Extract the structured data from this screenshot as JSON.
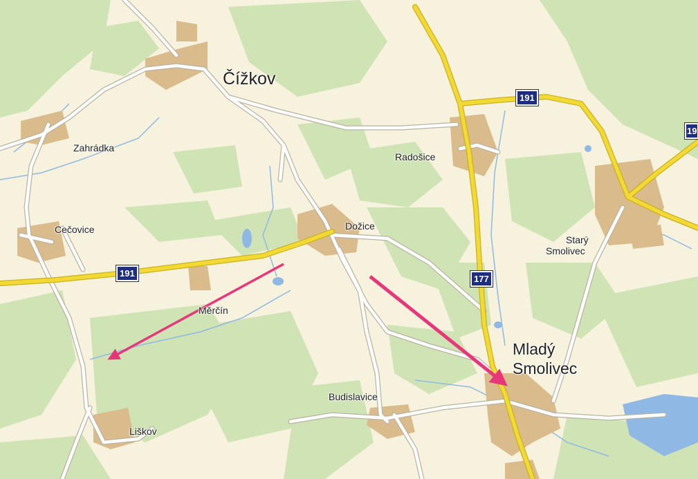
{
  "colors": {
    "land": "#f7f2dd",
    "forest": "#cfe3b4",
    "water": "#8fb9e4",
    "settlement": "#d9bb8c",
    "main_road": "#f2d936",
    "minor_road": "#ffffff",
    "shield": "#1e2d7d",
    "arrow": "#e8367a"
  },
  "places": {
    "cizkov": "Čížkov",
    "zahradka": "Zahrádka",
    "radosice": "Radošice",
    "dozice": "Dožice",
    "cecovice": "Cečovice",
    "stary_smolivec_line1": "Starý",
    "stary_smolivec_line2": "Smolivec",
    "mercin": "Měrčín",
    "mlady_smolivec_line1": "Mladý",
    "mlady_smolivec_line2": "Smolivec",
    "budislavice": "Budislavice",
    "liskov": "Liškov"
  },
  "road_shields": {
    "r191_west": "191",
    "r191_north": "191",
    "r191_edge": "19",
    "r177": "177"
  },
  "annotations": {
    "arrow_count": 2,
    "arrow_icon": "pink-arrow-icon"
  }
}
